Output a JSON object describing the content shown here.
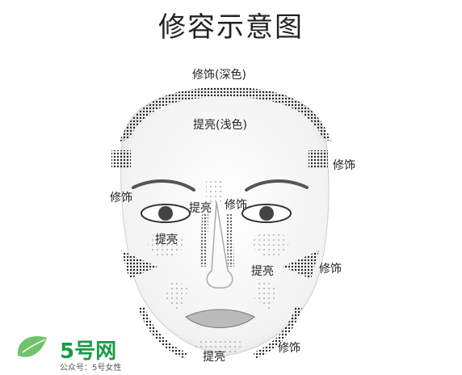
{
  "title": "修容示意图",
  "labels": {
    "forehead_dark": "修饰(深色)",
    "forehead_light": "提亮(浅色)",
    "temple_right": "修饰",
    "temple_left": "修饰",
    "under_eye": "提亮",
    "nose_bridge": "修饰",
    "nose_top": "提亮",
    "cheek_right": "提亮",
    "jaw_right": "修饰",
    "chin_left": "提亮",
    "jaw_lower_right": "修饰"
  },
  "watermark": {
    "brand": "5号网",
    "sub": "公众号：5号女性"
  },
  "colors": {
    "dots": "#222222",
    "text": "#222222",
    "brand_green": "#1a9b44"
  }
}
